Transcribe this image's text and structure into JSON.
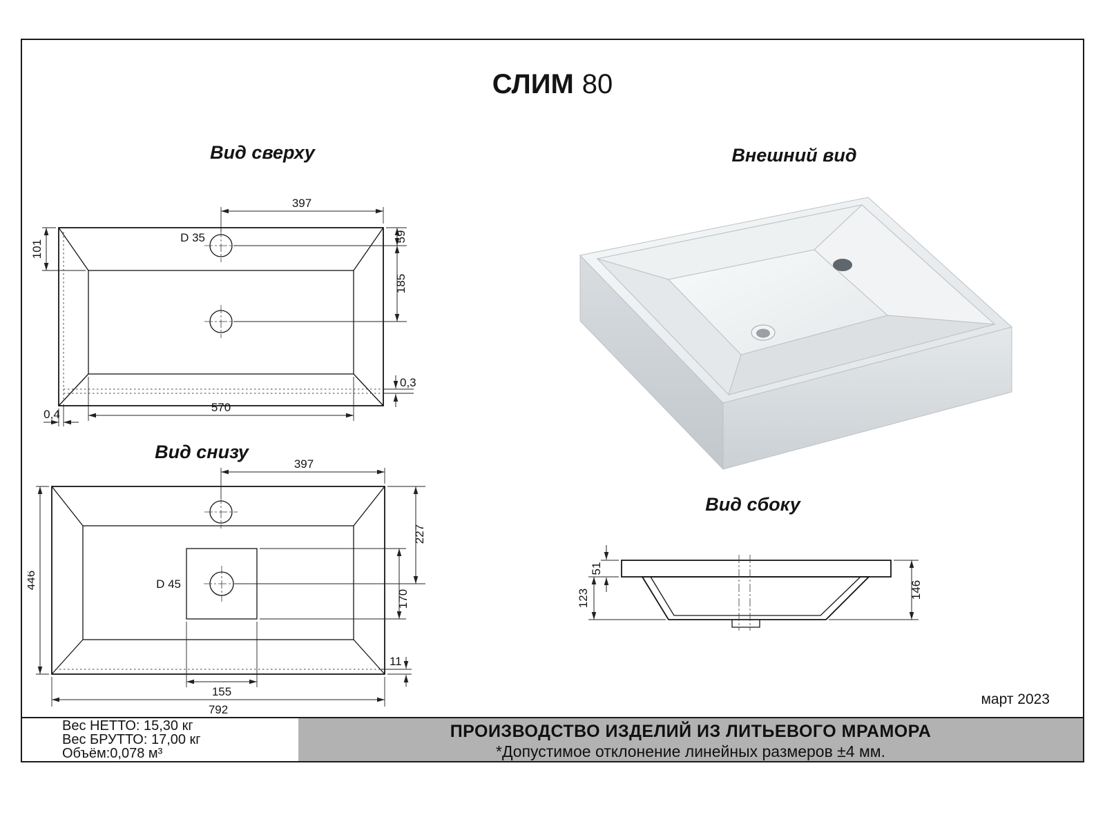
{
  "title": {
    "model": "СЛИМ",
    "size": "80"
  },
  "date": "март 2023",
  "views": {
    "top": {
      "label": "Вид сверху",
      "dims": {
        "hole_offset_x": "397",
        "hole_dia": "D 35",
        "left_depth": "101",
        "right_top": "59",
        "right_mid": "185",
        "gap_right": "0,3",
        "gap_left": "0,4",
        "inner_width": "570"
      }
    },
    "external": {
      "label": "Внешний вид"
    },
    "bottom": {
      "label": "Вид снизу",
      "dims": {
        "hole_offset_x": "397",
        "right_top": "227",
        "right_mid": "170",
        "drain_dia": "D 45",
        "depth": "446",
        "boss_width": "155",
        "edge_gap": "11",
        "width": "792"
      }
    },
    "side": {
      "label": "Вид сбоку",
      "dims": {
        "rim": "51",
        "body": "123",
        "total": "146"
      }
    }
  },
  "footer": {
    "net_weight": "Вес НЕТТО: 15,30 кг",
    "gross_weight": "Вес БРУТТО: 17,00 кг",
    "volume": "Объём:0,078 м³",
    "production_line1": "ПРОИЗВОДСТВО ИЗДЕЛИЙ ИЗ ЛИТЬЕВОГО МРАМОРА",
    "production_line2": "*Допустимое отклонение линейных размеров ±4 мм."
  }
}
